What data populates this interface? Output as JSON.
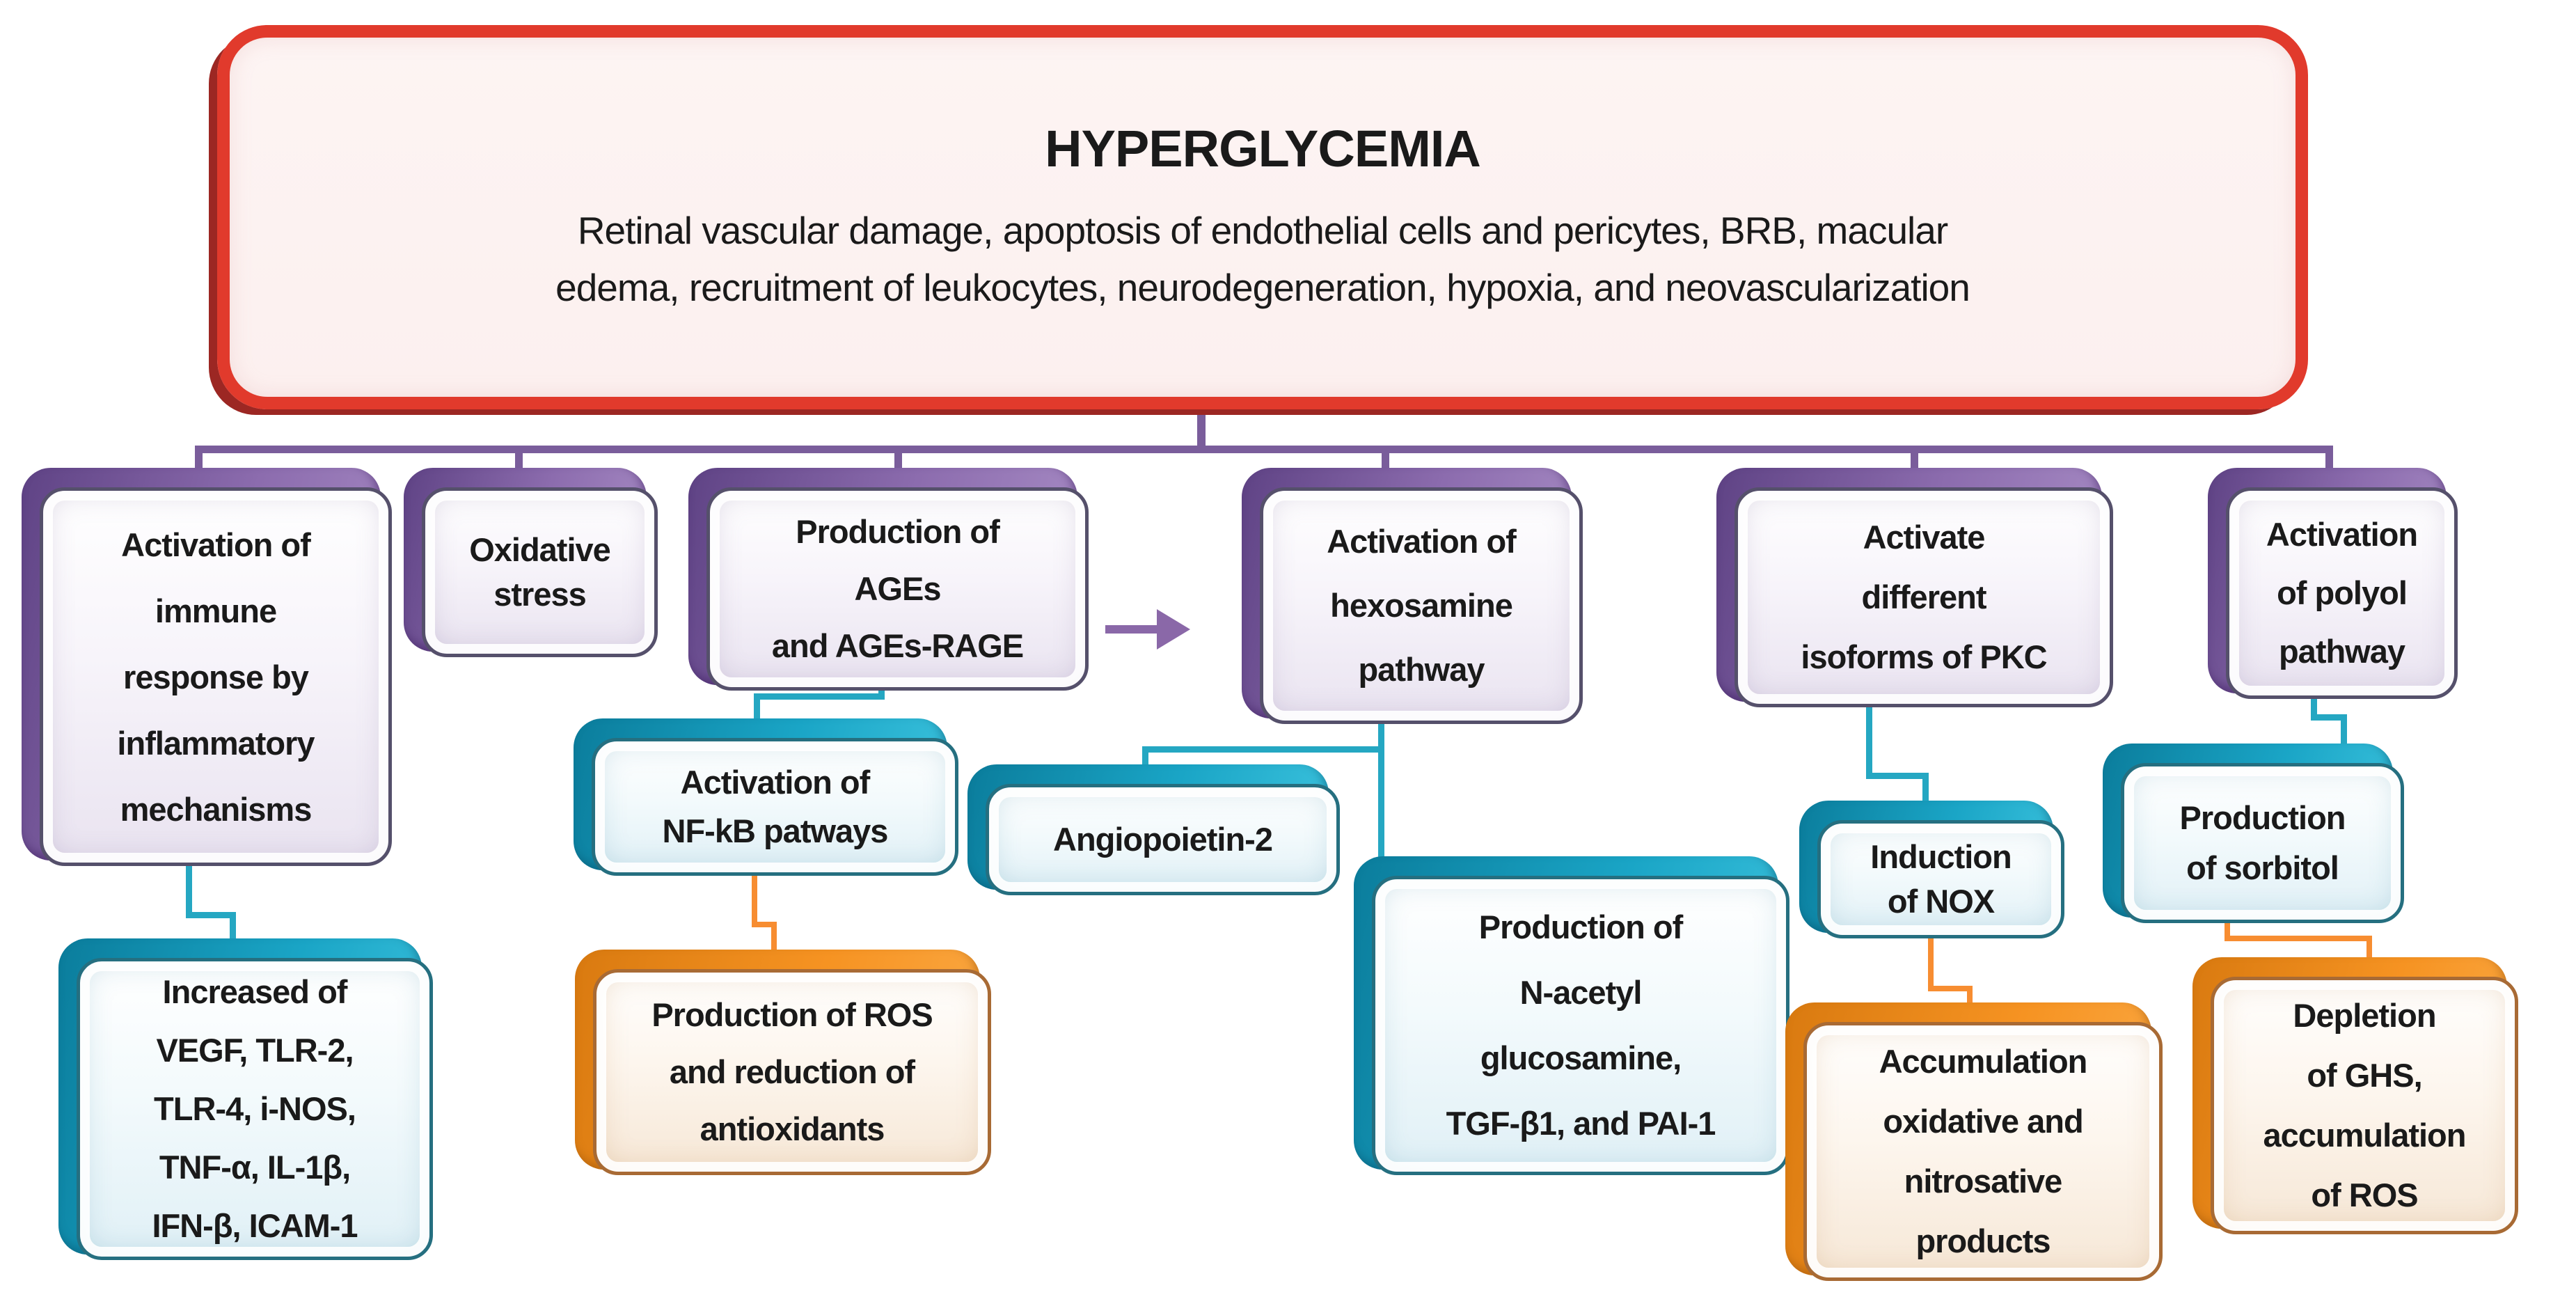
{
  "diagram": {
    "root": {
      "title": "HYPERGLYCEMIA",
      "description": "Retinal vascular damage, apoptosis of endothelial cells and pericytes, BRB, macular\nedema, recruitment of leukocytes, neurodegeneration, hypoxia, and neovascularization"
    },
    "nodes": {
      "immune": {
        "level": 1,
        "label": "Activation of\nimmune\nresponse by\ninflammatory\nmechanisms"
      },
      "oxidative": {
        "level": 1,
        "label": "Oxidative\nstress"
      },
      "ages": {
        "level": 1,
        "label": "Production of\nAGEs\nand  AGEs-RAGE"
      },
      "hexosamine": {
        "level": 1,
        "label": "Activation of\nhexosamine\npathway"
      },
      "pkc": {
        "level": 1,
        "label": "Activate\ndifferent\nisoforms of PKC"
      },
      "polyol": {
        "level": 1,
        "label": "Activation\nof polyol\npathway"
      },
      "increased": {
        "level": 2,
        "label": "Increased of\nVEGF, TLR-2,\nTLR-4, i-NOS,\nTNF-α, IL-1β,\nIFN-β, ICAM-1"
      },
      "nfkb": {
        "level": 2,
        "label": "Activation of\nNF-kB patways"
      },
      "angiopoietin": {
        "level": 2,
        "label": "Angiopoietin-2"
      },
      "nacetyl": {
        "level": 2,
        "label": "Production of\nN-acetyl\nglucosamine,\nTGF-β1, and PAI-1"
      },
      "nox": {
        "level": 2,
        "label": "Induction\nof NOX"
      },
      "sorbitol": {
        "level": 2,
        "label": "Production\nof sorbitol"
      },
      "ros": {
        "level": 3,
        "label": "Production of ROS\nand reduction of\nantioxidants"
      },
      "accumulation": {
        "level": 3,
        "label": "Accumulation\noxidative and\nnitrosative\nproducts"
      },
      "depletion": {
        "level": 3,
        "label": "Depletion\nof GHS,\naccumulation\nof ROS"
      }
    },
    "connections": [
      {
        "from": "root",
        "to": "immune"
      },
      {
        "from": "root",
        "to": "oxidative"
      },
      {
        "from": "root",
        "to": "ages"
      },
      {
        "from": "root",
        "to": "hexosamine"
      },
      {
        "from": "root",
        "to": "pkc"
      },
      {
        "from": "root",
        "to": "polyol"
      },
      {
        "from": "ages",
        "to": "hexosamine",
        "type": "arrow"
      },
      {
        "from": "immune",
        "to": "increased"
      },
      {
        "from": "ages",
        "to": "nfkb"
      },
      {
        "from": "hexosamine",
        "to": "angiopoietin"
      },
      {
        "from": "hexosamine",
        "to": "nacetyl"
      },
      {
        "from": "pkc",
        "to": "nox"
      },
      {
        "from": "polyol",
        "to": "sorbitol"
      },
      {
        "from": "nfkb",
        "to": "ros"
      },
      {
        "from": "nox",
        "to": "accumulation"
      },
      {
        "from": "sorbitol",
        "to": "depletion"
      }
    ],
    "colors": {
      "root_border": "#e13a2c",
      "root_fill": "#fcf2f1",
      "level1_purple": "#7e5da0",
      "level2_teal": "#18a7c4",
      "level3_orange": "#f6921e",
      "connector_purple": "#7a5d9b",
      "connector_teal": "#25a7c2",
      "connector_orange": "#f78d31",
      "text": "#1a1a1a"
    }
  }
}
